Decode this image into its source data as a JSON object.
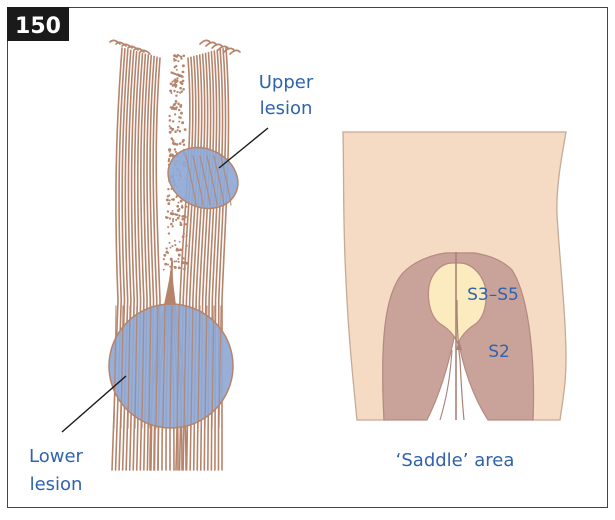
{
  "figure": {
    "number": "150"
  },
  "labels": {
    "upper_lesion_line1": "Upper",
    "upper_lesion_line2": "lesion",
    "lower_lesion_line1": "Lower",
    "lower_lesion_line2": "lesion",
    "saddle_area": "‘Saddle’ area",
    "s3_s5": "S3–S5",
    "s2": "S2"
  },
  "colors": {
    "nerve": "#b5846b",
    "lesion_fill": "#8fa9d6",
    "lesion_stroke": "#b5846b",
    "skin": "#f6dbc4",
    "s2_zone": "#c9a39a",
    "s3_s5_zone": "#fdebc0",
    "label_text": "#2f63ad",
    "badge_bg": "#1a1a1a",
    "badge_text": "#ffffff",
    "frame": "#444444"
  }
}
